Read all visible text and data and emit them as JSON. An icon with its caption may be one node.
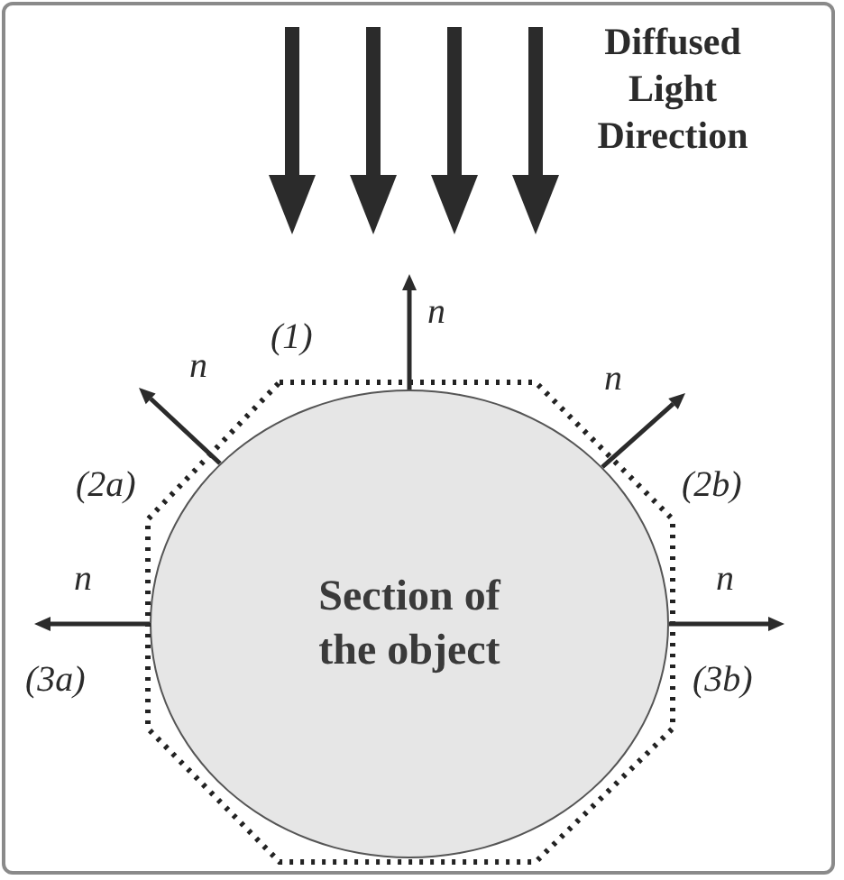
{
  "diagram": {
    "nodes": [
      {
        "text": [
          "Section of the object"
        ]
      }
    ],
    "labels": [
      "Diffused Light Direction",
      "n",
      "(1)",
      "n",
      "n",
      "(2a)",
      "(2b)",
      "n",
      "n",
      "(3a)",
      "(3b)"
    ]
  }
}
